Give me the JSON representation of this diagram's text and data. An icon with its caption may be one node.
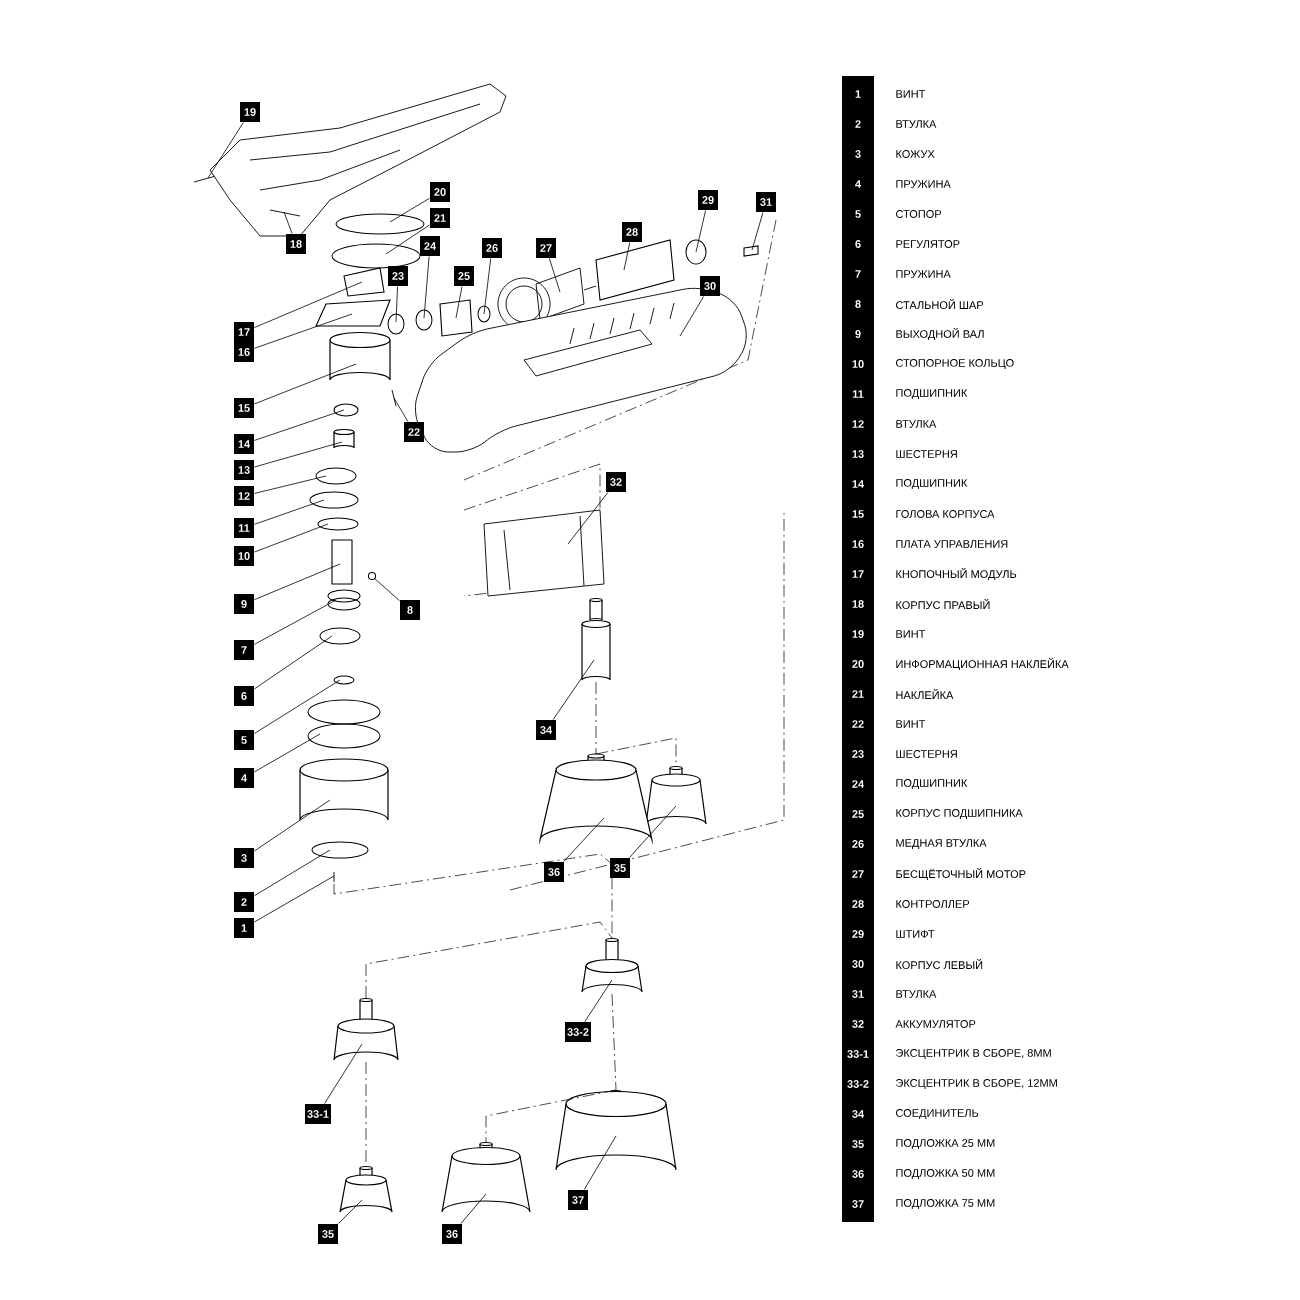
{
  "diagram": {
    "nodes": [
      {
        "text": [
          "19"
        ]
      },
      {
        "text": [
          "18"
        ]
      },
      {
        "text": [
          "20"
        ]
      },
      {
        "text": [
          "21"
        ]
      },
      {
        "text": [
          "23"
        ]
      },
      {
        "text": [
          "24"
        ]
      },
      {
        "text": [
          "25"
        ]
      },
      {
        "text": [
          "26"
        ]
      },
      {
        "text": [
          "27"
        ]
      },
      {
        "text": [
          "28"
        ]
      },
      {
        "text": [
          "29"
        ]
      },
      {
        "text": [
          "31"
        ]
      },
      {
        "text": [
          "30"
        ]
      },
      {
        "text": [
          "17"
        ]
      },
      {
        "text": [
          "16"
        ]
      },
      {
        "text": [
          "15"
        ]
      },
      {
        "text": [
          "22"
        ]
      },
      {
        "text": [
          "14"
        ]
      },
      {
        "text": [
          "13"
        ]
      },
      {
        "text": [
          "12"
        ]
      },
      {
        "text": [
          "11"
        ]
      },
      {
        "text": [
          "10"
        ]
      },
      {
        "text": [
          "32"
        ]
      },
      {
        "text": [
          "9"
        ]
      },
      {
        "text": [
          "8"
        ]
      },
      {
        "text": [
          "7"
        ]
      },
      {
        "text": [
          "6"
        ]
      },
      {
        "text": [
          "34"
        ]
      },
      {
        "text": [
          "5"
        ]
      },
      {
        "text": [
          "4"
        ]
      },
      {
        "text": [
          "3"
        ]
      },
      {
        "text": [
          "35"
        ]
      },
      {
        "text": [
          "36"
        ]
      },
      {
        "text": [
          "2"
        ]
      },
      {
        "text": [
          "1"
        ]
      },
      {
        "text": [
          "33-2"
        ]
      },
      {
        "text": [
          "33-1"
        ]
      },
      {
        "text": [
          "37"
        ]
      },
      {
        "text": [
          "35"
        ]
      },
      {
        "text": [
          "36"
        ]
      },
      {
        "text": [],
        "shape": "picture"
      },
      {
        "text": [],
        "shape": "picture"
      },
      {
        "text": [],
        "shape": "circle"
      },
      {
        "text": [],
        "shape": "circle"
      },
      {
        "text": [],
        "shape": "circle"
      },
      {
        "text": [],
        "shape": "circle"
      },
      {
        "text": [],
        "shape": "box"
      },
      {
        "text": [],
        "shape": "circle"
      },
      {
        "text": [],
        "shape": "picture"
      },
      {
        "text": [],
        "shape": "box"
      },
      {
        "text": [],
        "shape": "circle"
      },
      {
        "text": [],
        "shape": "box"
      },
      {
        "text": [],
        "shape": "picture"
      },
      {
        "text": [],
        "shape": "box"
      },
      {
        "text": [],
        "shape": "box"
      },
      {
        "text": [],
        "shape": "cylinder"
      },
      {
        "text": [],
        "shape": "picture"
      },
      {
        "text": [],
        "shape": "circle"
      },
      {
        "text": [],
        "shape": "cylinder"
      },
      {
        "text": [],
        "shape": "circle"
      },
      {
        "text": [],
        "shape": "circle"
      },
      {
        "text": [],
        "shape": "circle"
      },
      {
        "text": [],
        "shape": "picture"
      },
      {
        "text": [],
        "shape": "box"
      },
      {
        "text": [],
        "shape": "circle"
      },
      {
        "text": [],
        "shape": "circle"
      },
      {
        "text": [],
        "shape": "circle"
      },
      {
        "text": [],
        "shape": "cylinder"
      },
      {
        "text": [],
        "shape": "circle"
      },
      {
        "text": [],
        "shape": "circle"
      },
      {
        "text": [],
        "shape": "cylinder"
      },
      {
        "text": [],
        "shape": "cylinder"
      },
      {
        "text": [],
        "shape": "cylinder"
      },
      {
        "text": [],
        "shape": "circle"
      },
      {
        "text": [],
        "shape": "picture"
      },
      {
        "text": [],
        "shape": "cylinder"
      },
      {
        "text": [],
        "shape": "cylinder"
      },
      {
        "text": [],
        "shape": "cylinder"
      },
      {
        "text": [],
        "shape": "cylinder"
      },
      {
        "text": [],
        "shape": "cylinder"
      }
    ],
    "edges": [
      {
        "from": 0,
        "to": 40,
        "arrow": "none"
      },
      {
        "from": 1,
        "to": 41,
        "arrow": "none"
      },
      {
        "from": 2,
        "to": 42,
        "arrow": "none"
      },
      {
        "from": 3,
        "to": 43,
        "arrow": "none"
      },
      {
        "from": 4,
        "to": 44,
        "arrow": "none"
      },
      {
        "from": 5,
        "to": 45,
        "arrow": "none"
      },
      {
        "from": 6,
        "to": 46,
        "arrow": "none"
      },
      {
        "from": 7,
        "to": 47,
        "arrow": "none"
      },
      {
        "from": 8,
        "to": 48,
        "arrow": "none"
      },
      {
        "from": 9,
        "to": 49,
        "arrow": "none"
      },
      {
        "from": 10,
        "to": 50,
        "arrow": "none"
      },
      {
        "from": 11,
        "to": 51,
        "arrow": "none"
      },
      {
        "from": 12,
        "to": 52,
        "arrow": "none"
      },
      {
        "from": 13,
        "to": 53,
        "arrow": "none"
      },
      {
        "from": 14,
        "to": 54,
        "arrow": "none"
      },
      {
        "from": 15,
        "to": 55,
        "arrow": "none"
      },
      {
        "from": 16,
        "to": 56,
        "arrow": "none"
      },
      {
        "from": 17,
        "to": 57,
        "arrow": "none"
      },
      {
        "from": 18,
        "to": 58,
        "arrow": "none"
      },
      {
        "from": 19,
        "to": 59,
        "arrow": "none"
      },
      {
        "from": 20,
        "to": 60,
        "arrow": "none"
      },
      {
        "from": 21,
        "to": 61,
        "arrow": "none"
      },
      {
        "from": 22,
        "to": 62,
        "arrow": "none"
      },
      {
        "from": 23,
        "to": 63,
        "arrow": "none"
      },
      {
        "from": 24,
        "to": 64,
        "arrow": "none"
      },
      {
        "from": 25,
        "to": 65,
        "arrow": "none"
      },
      {
        "from": 26,
        "to": 66,
        "arrow": "none"
      },
      {
        "from": 27,
        "to": 67,
        "arrow": "none"
      },
      {
        "from": 28,
        "to": 68,
        "arrow": "none"
      },
      {
        "from": 29,
        "to": 69,
        "arrow": "none"
      },
      {
        "from": 30,
        "to": 70,
        "arrow": "none"
      },
      {
        "from": 31,
        "to": 71,
        "arrow": "none"
      },
      {
        "from": 32,
        "to": 72,
        "arrow": "none"
      },
      {
        "from": 33,
        "to": 73,
        "arrow": "none"
      },
      {
        "from": 34,
        "to": 74,
        "arrow": "none"
      },
      {
        "from": 35,
        "to": 75,
        "arrow": "none"
      },
      {
        "from": 36,
        "to": 76,
        "arrow": "none"
      },
      {
        "from": 37,
        "to": 77,
        "arrow": "none"
      },
      {
        "from": 38,
        "to": 78,
        "arrow": "none"
      },
      {
        "from": 39,
        "to": 79,
        "arrow": "none"
      },
      {
        "from": 67,
        "to": 72,
        "arrow": "none",
        "style": "dashed"
      },
      {
        "from": 72,
        "to": 71,
        "arrow": "none",
        "style": "dashed"
      },
      {
        "from": 74,
        "to": 75,
        "arrow": "none",
        "style": "dashed"
      },
      {
        "from": 76,
        "to": 75,
        "arrow": "none",
        "style": "dashed"
      },
      {
        "from": 75,
        "to": 77,
        "arrow": "none",
        "style": "dashed"
      },
      {
        "from": 77,
        "to": 79,
        "arrow": "none",
        "style": "dashed"
      },
      {
        "from": 76,
        "to": 78,
        "arrow": "none",
        "style": "dashed"
      }
    ],
    "labels": [
      "1",
      "ВИНТ",
      "2",
      "ВТУЛКА",
      "3",
      "КОЖУХ",
      "4",
      "ПРУЖИНА",
      "5",
      "СТОПОР",
      "6",
      "РЕГУЛЯТОР",
      "7",
      "ПРУЖИНА",
      "8",
      "СТАЛЬНОЙ ШАР",
      "9",
      "ВЫХОДНОЙ ВАЛ",
      "10",
      "СТОПОРНОЕ КОЛЬЦО",
      "11",
      "ПОДШИПНИК",
      "12",
      "ВТУЛКА",
      "13",
      "ШЕСТЕРНЯ",
      "14",
      "ПОДШИПНИК",
      "15",
      "ГОЛОВА КОРПУСА",
      "16",
      "ПЛАТА УПРАВЛЕНИЯ",
      "17",
      "КНОПОЧНЫЙ МОДУЛЬ",
      "18",
      "КОРПУС ПРАВЫЙ",
      "19",
      "ВИНТ",
      "20",
      "ИНФОРМАЦИОННАЯ НАКЛЕЙКА",
      "21",
      "НАКЛЕЙКА",
      "22",
      "ВИНТ",
      "23",
      "ШЕСТЕРНЯ",
      "24",
      "ПОДШИПНИК",
      "25",
      "КОРПУС ПОДШИПНИКА",
      "26",
      "МЕДНАЯ ВТУЛКА",
      "27",
      "БЕСЩЁТОЧНЫЙ МОТОР",
      "28",
      "КОНТРОЛЛЕР",
      "29",
      "ШТИФТ",
      "30",
      "КОРПУС ЛЕВЫЙ",
      "31",
      "ВТУЛКА",
      "32",
      "АККУМУЛЯТОР",
      "33-1",
      "ЭКСЦЕНТРИК В СБОРЕ, 8ММ",
      "33-2",
      "ЭКСЦЕНТРИК В СБОРЕ, 12ММ",
      "34",
      "СОЕДИНИТЕЛЬ",
      "35",
      "ПОДЛОЖКА 25 ММ",
      "36",
      "ПОДЛОЖКА 50 ММ",
      "37",
      "ПОДЛОЖКА 75 ММ"
    ]
  }
}
